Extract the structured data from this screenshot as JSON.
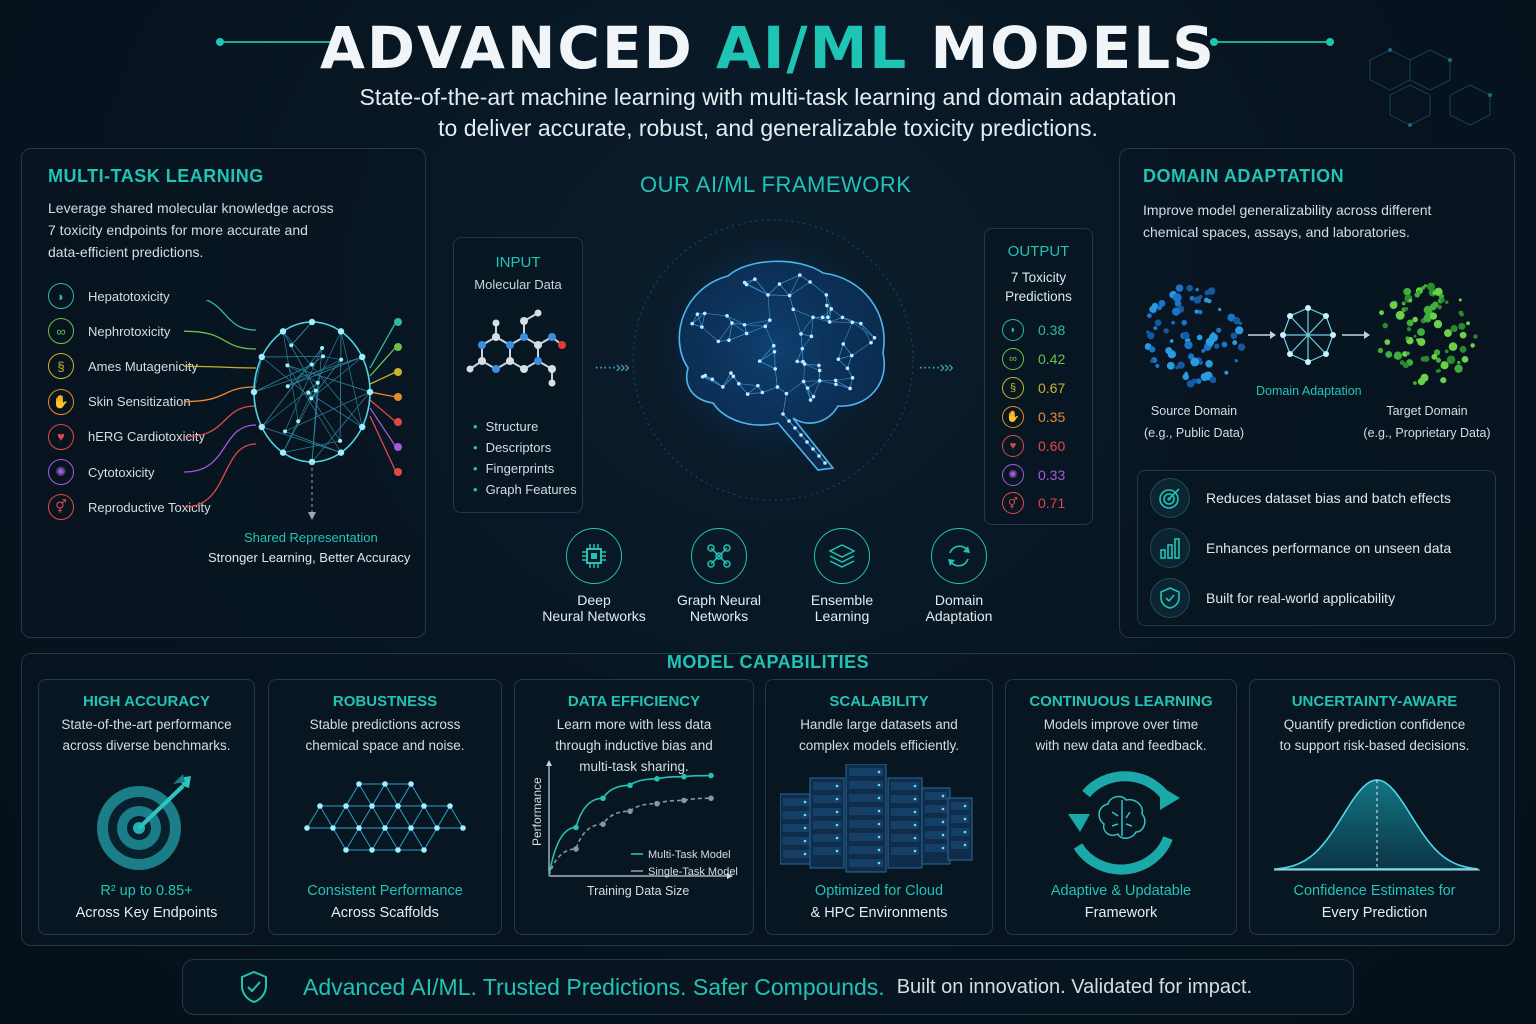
{
  "header": {
    "title_a": "ADVANCED ",
    "title_b": "AI/ML",
    "title_c": " MODELS",
    "subtitle_1": "State-of-the-art machine learning with multi-task learning and domain adaptation",
    "subtitle_2": "to deliver accurate, robust, and generalizable toxicity predictions."
  },
  "multitask": {
    "title": "MULTI-TASK LEARNING",
    "desc": [
      "Leverage shared molecular knowledge across",
      "7 toxicity endpoints for more accurate and",
      "data-efficient predictions."
    ],
    "endpoints": [
      {
        "label": "Hepatotoxicity",
        "color": "#2fb7a8",
        "icon": "liver-icon"
      },
      {
        "label": "Nephrotoxicity",
        "color": "#6cc04a",
        "icon": "kidney-icon"
      },
      {
        "label": "Ames Mutagenicity",
        "color": "#c9b22e",
        "icon": "dna-icon"
      },
      {
        "label": "Skin Sensitization",
        "color": "#e88b2a",
        "icon": "hand-icon"
      },
      {
        "label": "hERG Cardiotoxicity",
        "color": "#e04848",
        "icon": "heart-icon"
      },
      {
        "label": "Cytotoxicity",
        "color": "#a35ad8",
        "icon": "cell-icon"
      },
      {
        "label": "Reproductive Toxicity",
        "color": "#e04848",
        "icon": "reproductive-icon"
      }
    ],
    "shared_label": "Shared Representation",
    "shared_sub": "Stronger Learning, Better Accuracy"
  },
  "framework": {
    "title": "OUR AI/ML FRAMEWORK",
    "input_title": "INPUT",
    "input_sub": "Molecular Data",
    "input_items": [
      "Structure",
      "Descriptors",
      "Fingerprints",
      "Graph Features"
    ],
    "output_title": "OUTPUT",
    "output_sub_1": "7 Toxicity",
    "output_sub_2": "Predictions",
    "outputs": [
      {
        "value": "0.38",
        "color": "#2fb7a8"
      },
      {
        "value": "0.42",
        "color": "#6cc04a"
      },
      {
        "value": "0.67",
        "color": "#c9b22e"
      },
      {
        "value": "0.35",
        "color": "#e88b2a"
      },
      {
        "value": "0.60",
        "color": "#e04848"
      },
      {
        "value": "0.33",
        "color": "#a35ad8"
      },
      {
        "value": "0.71",
        "color": "#e04848"
      }
    ],
    "methods": [
      {
        "line1": "Deep",
        "line2": "Neural Networks"
      },
      {
        "line1": "Graph Neural",
        "line2": "Networks"
      },
      {
        "line1": "Ensemble",
        "line2": "Learning"
      },
      {
        "line1": "Domain",
        "line2": "Adaptation"
      }
    ]
  },
  "domain": {
    "title": "DOMAIN ADAPTATION",
    "desc": [
      "Improve model generalizability across different",
      "chemical spaces, assays, and laboratories."
    ],
    "source": "Source Domain",
    "source_sub": "(e.g., Public Data)",
    "middle": "Domain Adaptation",
    "target": "Target Domain",
    "target_sub": "(e.g., Proprietary Data)",
    "benefits": [
      "Reduces dataset bias and batch effects",
      "Enhances performance on unseen data",
      "Built for real-world applicability"
    ]
  },
  "capabilities": {
    "title": "MODEL CAPABILITIES",
    "cards": [
      {
        "title": "HIGH ACCURACY",
        "desc1": "State-of-the-art performance",
        "desc2": "across diverse benchmarks.",
        "desc3": "",
        "foot1": "R² up to 0.85+",
        "foot2": "Across Key Endpoints"
      },
      {
        "title": "ROBUSTNESS",
        "desc1": "Stable predictions across",
        "desc2": "chemical space and noise.",
        "desc3": "",
        "foot1": "Consistent Performance",
        "foot2": "Across Scaffolds"
      },
      {
        "title": "DATA EFFICIENCY",
        "desc1": "Learn more with less data",
        "desc2": "through inductive bias and",
        "desc3": "multi-task sharing.",
        "foot1": "",
        "foot2": ""
      },
      {
        "title": "SCALABILITY",
        "desc1": "Handle large datasets and",
        "desc2": "complex models efficiently.",
        "desc3": "",
        "foot1": "Optimized for Cloud",
        "foot2": "& HPC Environments"
      },
      {
        "title": "CONTINUOUS LEARNING",
        "desc1": "Models improve over time",
        "desc2": "with new data and feedback.",
        "desc3": "",
        "foot1": "Adaptive & Updatable",
        "foot2": "Framework"
      },
      {
        "title": "UNCERTAINTY-AWARE",
        "desc1": "Quantify prediction confidence",
        "desc2": "to support risk-based decisions.",
        "desc3": "",
        "foot1": "Confidence Estimates for",
        "foot2": "Every Prediction"
      }
    ]
  },
  "chart_data": {
    "type": "line",
    "xlabel": "Training Data Size",
    "ylabel": "Performance",
    "x": [
      1,
      2,
      3,
      4,
      5,
      6
    ],
    "series": [
      {
        "name": "Multi-Task Model",
        "values": [
          0.45,
          0.72,
          0.84,
          0.9,
          0.92,
          0.93
        ],
        "color": "#22c3b5"
      },
      {
        "name": "Single-Task Model",
        "values": [
          0.25,
          0.48,
          0.6,
          0.67,
          0.7,
          0.72
        ],
        "color": "#8a97a3"
      }
    ]
  },
  "banner": {
    "t1": "Advanced AI/ML.  Trusted Predictions.  Safer Compounds.",
    "t2": "Built on innovation. Validated for impact."
  }
}
